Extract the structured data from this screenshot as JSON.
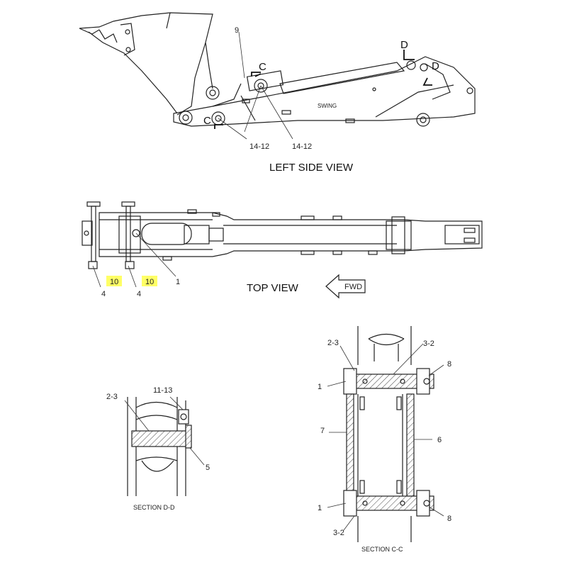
{
  "left_side_view": {
    "title": "LEFT SIDE VIEW",
    "swing_label": "SWING",
    "callout_9": "9",
    "callout_14_12_a": "14-12",
    "callout_14_12_b": "14-12",
    "section_c_top": "C",
    "section_c_left": "C",
    "section_d_top": "D",
    "section_d_right": "D"
  },
  "top_view": {
    "title": "TOP VIEW",
    "fwd_label": "FWD",
    "callout_4_a": "4",
    "callout_4_b": "4",
    "callout_10_a": "10",
    "callout_10_b": "10",
    "callout_1": "1",
    "highlight_color": "#ffff66"
  },
  "section_dd": {
    "title": "SECTION  D-D",
    "callout_2_3": "2-3",
    "callout_11_13": "11-13",
    "callout_5": "5"
  },
  "section_cc": {
    "title": "SECTION  C-C",
    "callout_2_3": "2-3",
    "callout_3_2_top": "3-2",
    "callout_3_2_bottom": "3-2",
    "callout_1_top": "1",
    "callout_1_bottom": "1",
    "callout_8_top": "8",
    "callout_8_bottom": "8",
    "callout_7": "7",
    "callout_6": "6"
  }
}
